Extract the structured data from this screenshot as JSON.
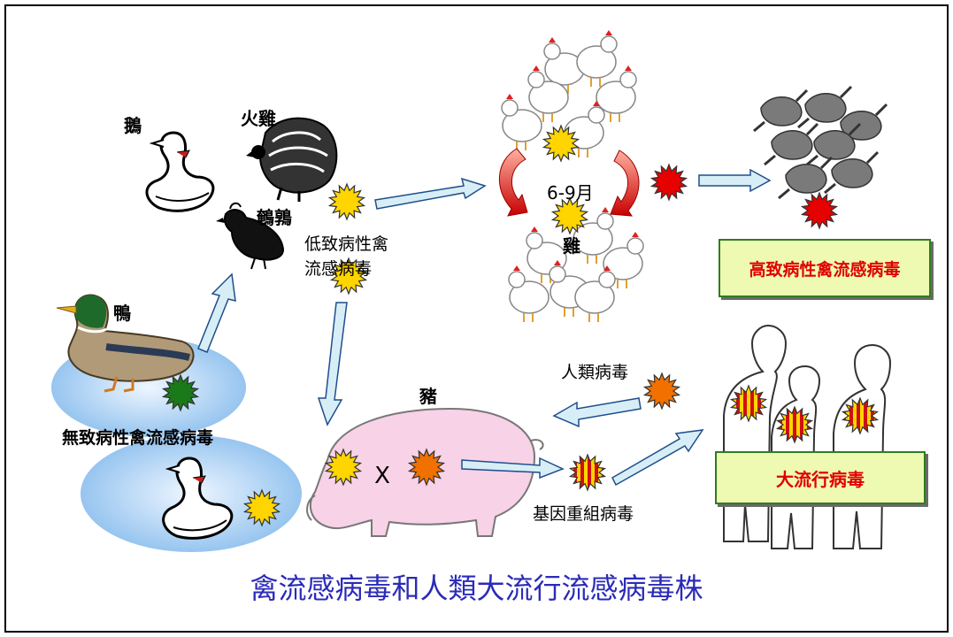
{
  "labels": {
    "goose": "鵝",
    "turkey": "火雞",
    "quail": "鵪鶉",
    "duck": "鴨",
    "lpai": "低致病性禽\n流感病毒",
    "avirulent": "無致病性禽流感病毒",
    "months": "6-9月",
    "chicken": "雞",
    "hpai": "高致病性禽流感病毒",
    "human_virus": "人類病毒",
    "pig": "豬",
    "reassortant": "基因重組病毒",
    "pandemic": "大流行病毒",
    "block_mark": "X"
  },
  "title": "禽流感病毒和人類大流行流感病毒株",
  "colors": {
    "lpai_virus": "#ffd500",
    "hpai_virus": "#e60000",
    "avirulent_virus": "#1a7a1a",
    "human_virus": "#f07000",
    "reassortant_virus": "#ffd500",
    "arrow_fill": "#d8eef7",
    "arrow_stroke": "#1f4e8c",
    "pond": "#8ec0ee",
    "pig": "#f8d2e6",
    "box_fill": "#eefab2",
    "box_border": "#2f7d1f",
    "box_text": "#e00000",
    "title": "#2b2bb8"
  }
}
